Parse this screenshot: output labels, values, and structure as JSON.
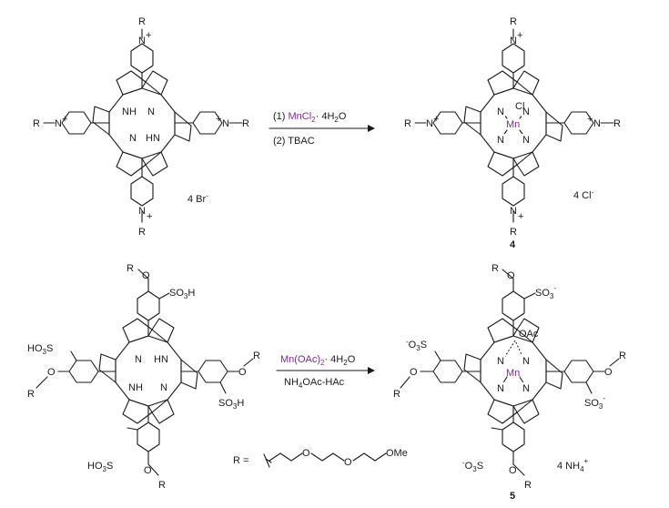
{
  "reaction1": {
    "step1_prefix": "(1) ",
    "step1_reagent": "MnCl",
    "step1_suffix": "· 4H",
    "step1_tail": "O",
    "step2": "(2) TBAC",
    "counterion_start": "4 Br",
    "counterion_product": "4 Cl",
    "compound_number": "4"
  },
  "reaction2": {
    "reagent": "Mn(OAc)",
    "reagent_suffix": "· 4H",
    "reagent_tail": "O",
    "conditions": "NH",
    "conditions_tail": "OAc-HAc",
    "counterion_product": "4 NH",
    "compound_number": "5"
  },
  "r_definition": {
    "prefix": "R = ",
    "end_group": "OMe"
  },
  "atoms": {
    "R": "R",
    "N": "N",
    "NH": "NH",
    "HN": "HN",
    "Mn": "Mn",
    "Cl": "Cl",
    "O": "O",
    "OAc": "OAc",
    "SO3H": "SO",
    "HO3S": "HO",
    "plus": "+",
    "minus": "-"
  },
  "colors": {
    "ink": "#1a1a1a",
    "metal": "#7a2a8a"
  }
}
